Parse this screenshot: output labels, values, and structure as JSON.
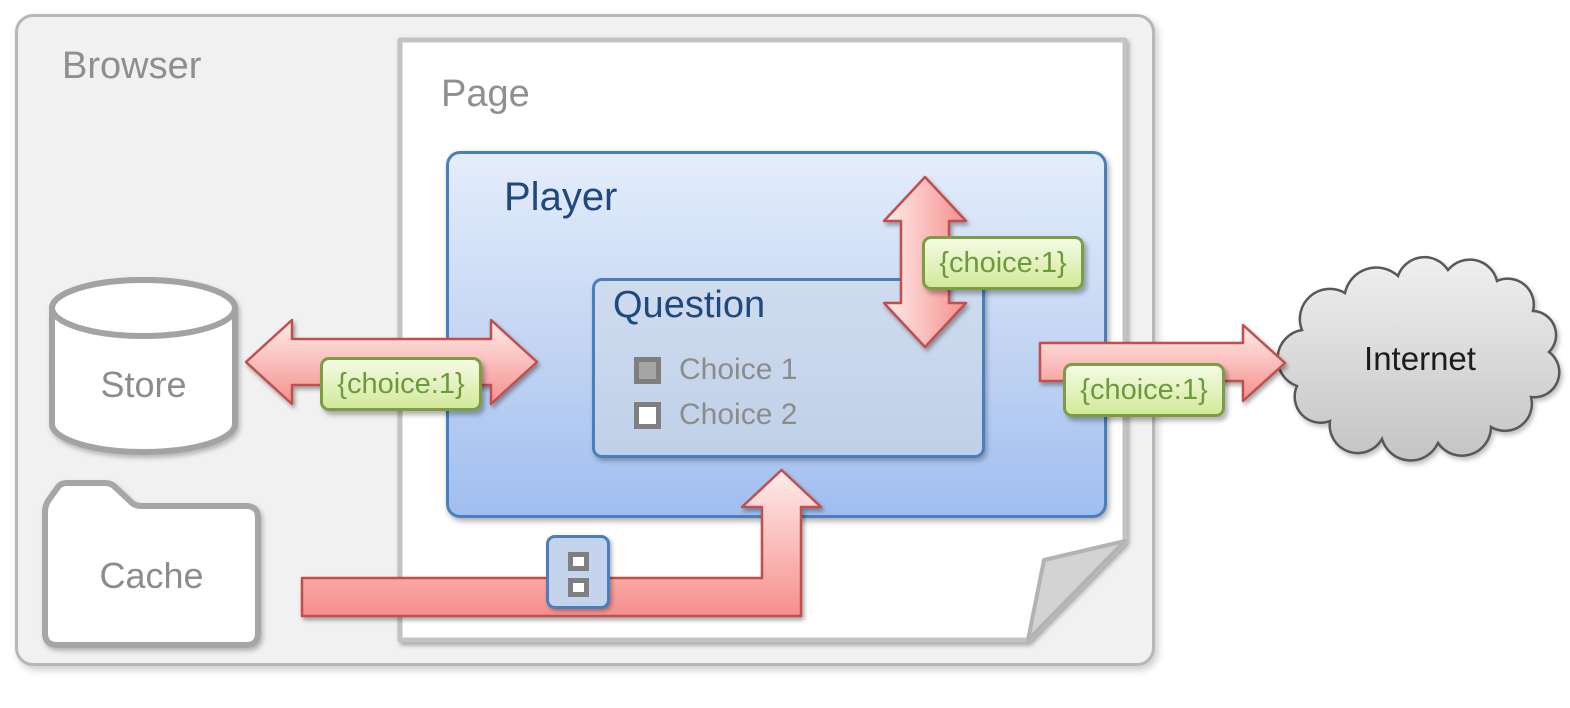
{
  "diagram": {
    "browser": {
      "label": "Browser"
    },
    "page": {
      "label": "Page"
    },
    "player": {
      "label": "Player"
    },
    "question": {
      "label": "Question",
      "choices": [
        {
          "label": "Choice 1",
          "checked": true
        },
        {
          "label": "Choice 2",
          "checked": false
        }
      ]
    },
    "store": {
      "label": "Store"
    },
    "cache": {
      "label": "Cache"
    },
    "internet": {
      "label": "Internet"
    },
    "tags": [
      {
        "text": "{choice:1}",
        "between": "store-player"
      },
      {
        "text": "{choice:1}",
        "between": "player-question"
      },
      {
        "text": "{choice:1}",
        "between": "page-internet"
      }
    ],
    "arrows": [
      {
        "name": "store-player",
        "direction": "bidirectional-horizontal"
      },
      {
        "name": "player-question",
        "direction": "bidirectional-vertical"
      },
      {
        "name": "page-internet",
        "direction": "right"
      },
      {
        "name": "cache-question",
        "direction": "elbow-up"
      }
    ],
    "palette": {
      "arrow_fill_light": "#fdeceb",
      "arrow_fill_dark": "#f68f8c",
      "arrow_stroke": "#c0504d",
      "tag_fill_light": "#f5fbe4",
      "tag_fill_dark": "#d2e99b",
      "tag_stroke": "#7d9d44",
      "tag_text": "#6e9a3d",
      "box_blue_stroke": "#4a7ebd",
      "blue_title_text": "#1f497d",
      "gray_text": "#8c8c8c",
      "frame_text": "#8f8f8f",
      "browser_fill": "#f1f1f1",
      "cloud_stroke": "#58585a"
    }
  }
}
